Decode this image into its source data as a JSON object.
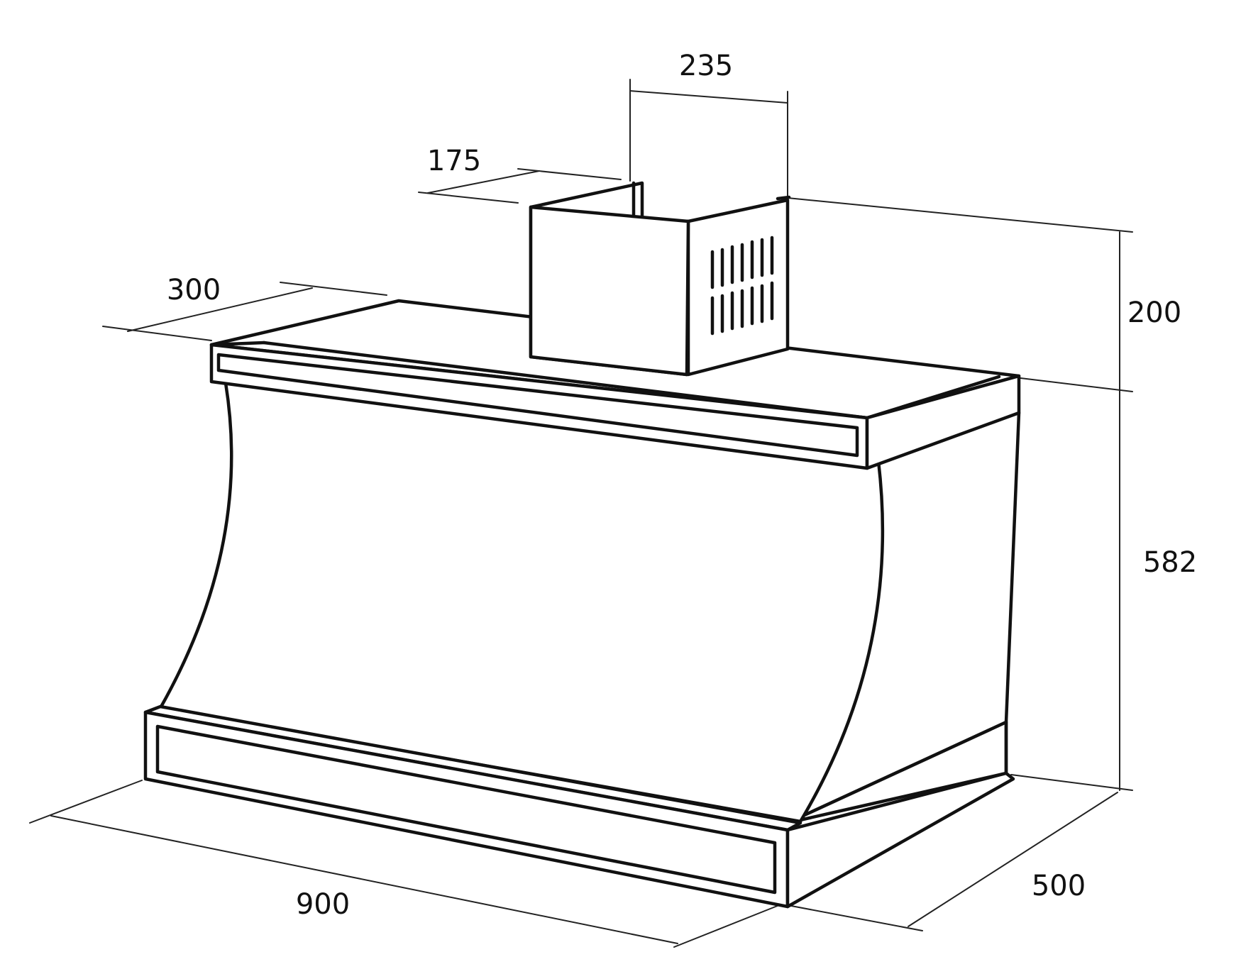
{
  "diagram": {
    "dimensions": {
      "duct_width": "235",
      "duct_depth": "175",
      "canopy_depth": "300",
      "duct_height": "200",
      "hood_height": "582",
      "hood_width": "900",
      "hood_depth": "500"
    },
    "colors": {
      "stroke": "#111111",
      "background": "#ffffff"
    }
  }
}
